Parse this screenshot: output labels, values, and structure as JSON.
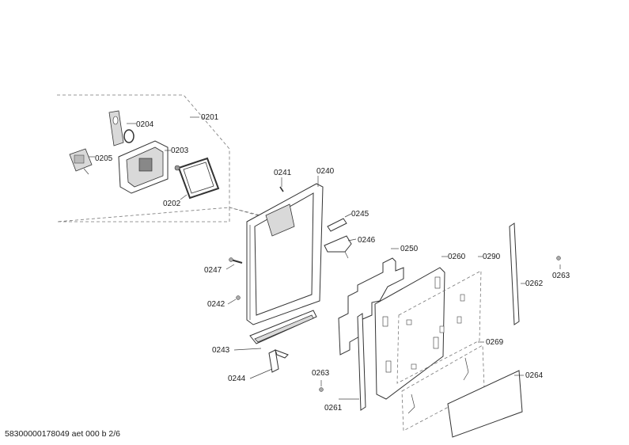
{
  "diagram": {
    "labels": {
      "p0201": "0201",
      "p0202": "0202",
      "p0203": "0203",
      "p0204": "0204",
      "p0205": "0205",
      "p0240": "0240",
      "p0241": "0241",
      "p0242": "0242",
      "p0243": "0243",
      "p0244": "0244",
      "p0245": "0245",
      "p0246": "0246",
      "p0247": "0247",
      "p0250": "0250",
      "p0260": "0260",
      "p0261": "0261",
      "p0262": "0262",
      "p0263a": "0263",
      "p0263b": "0263",
      "p0264": "0264",
      "p0269": "0269",
      "p0290": "0290"
    }
  },
  "footer": {
    "doc_id": "58300000178049 aet 000 b 2/6"
  }
}
